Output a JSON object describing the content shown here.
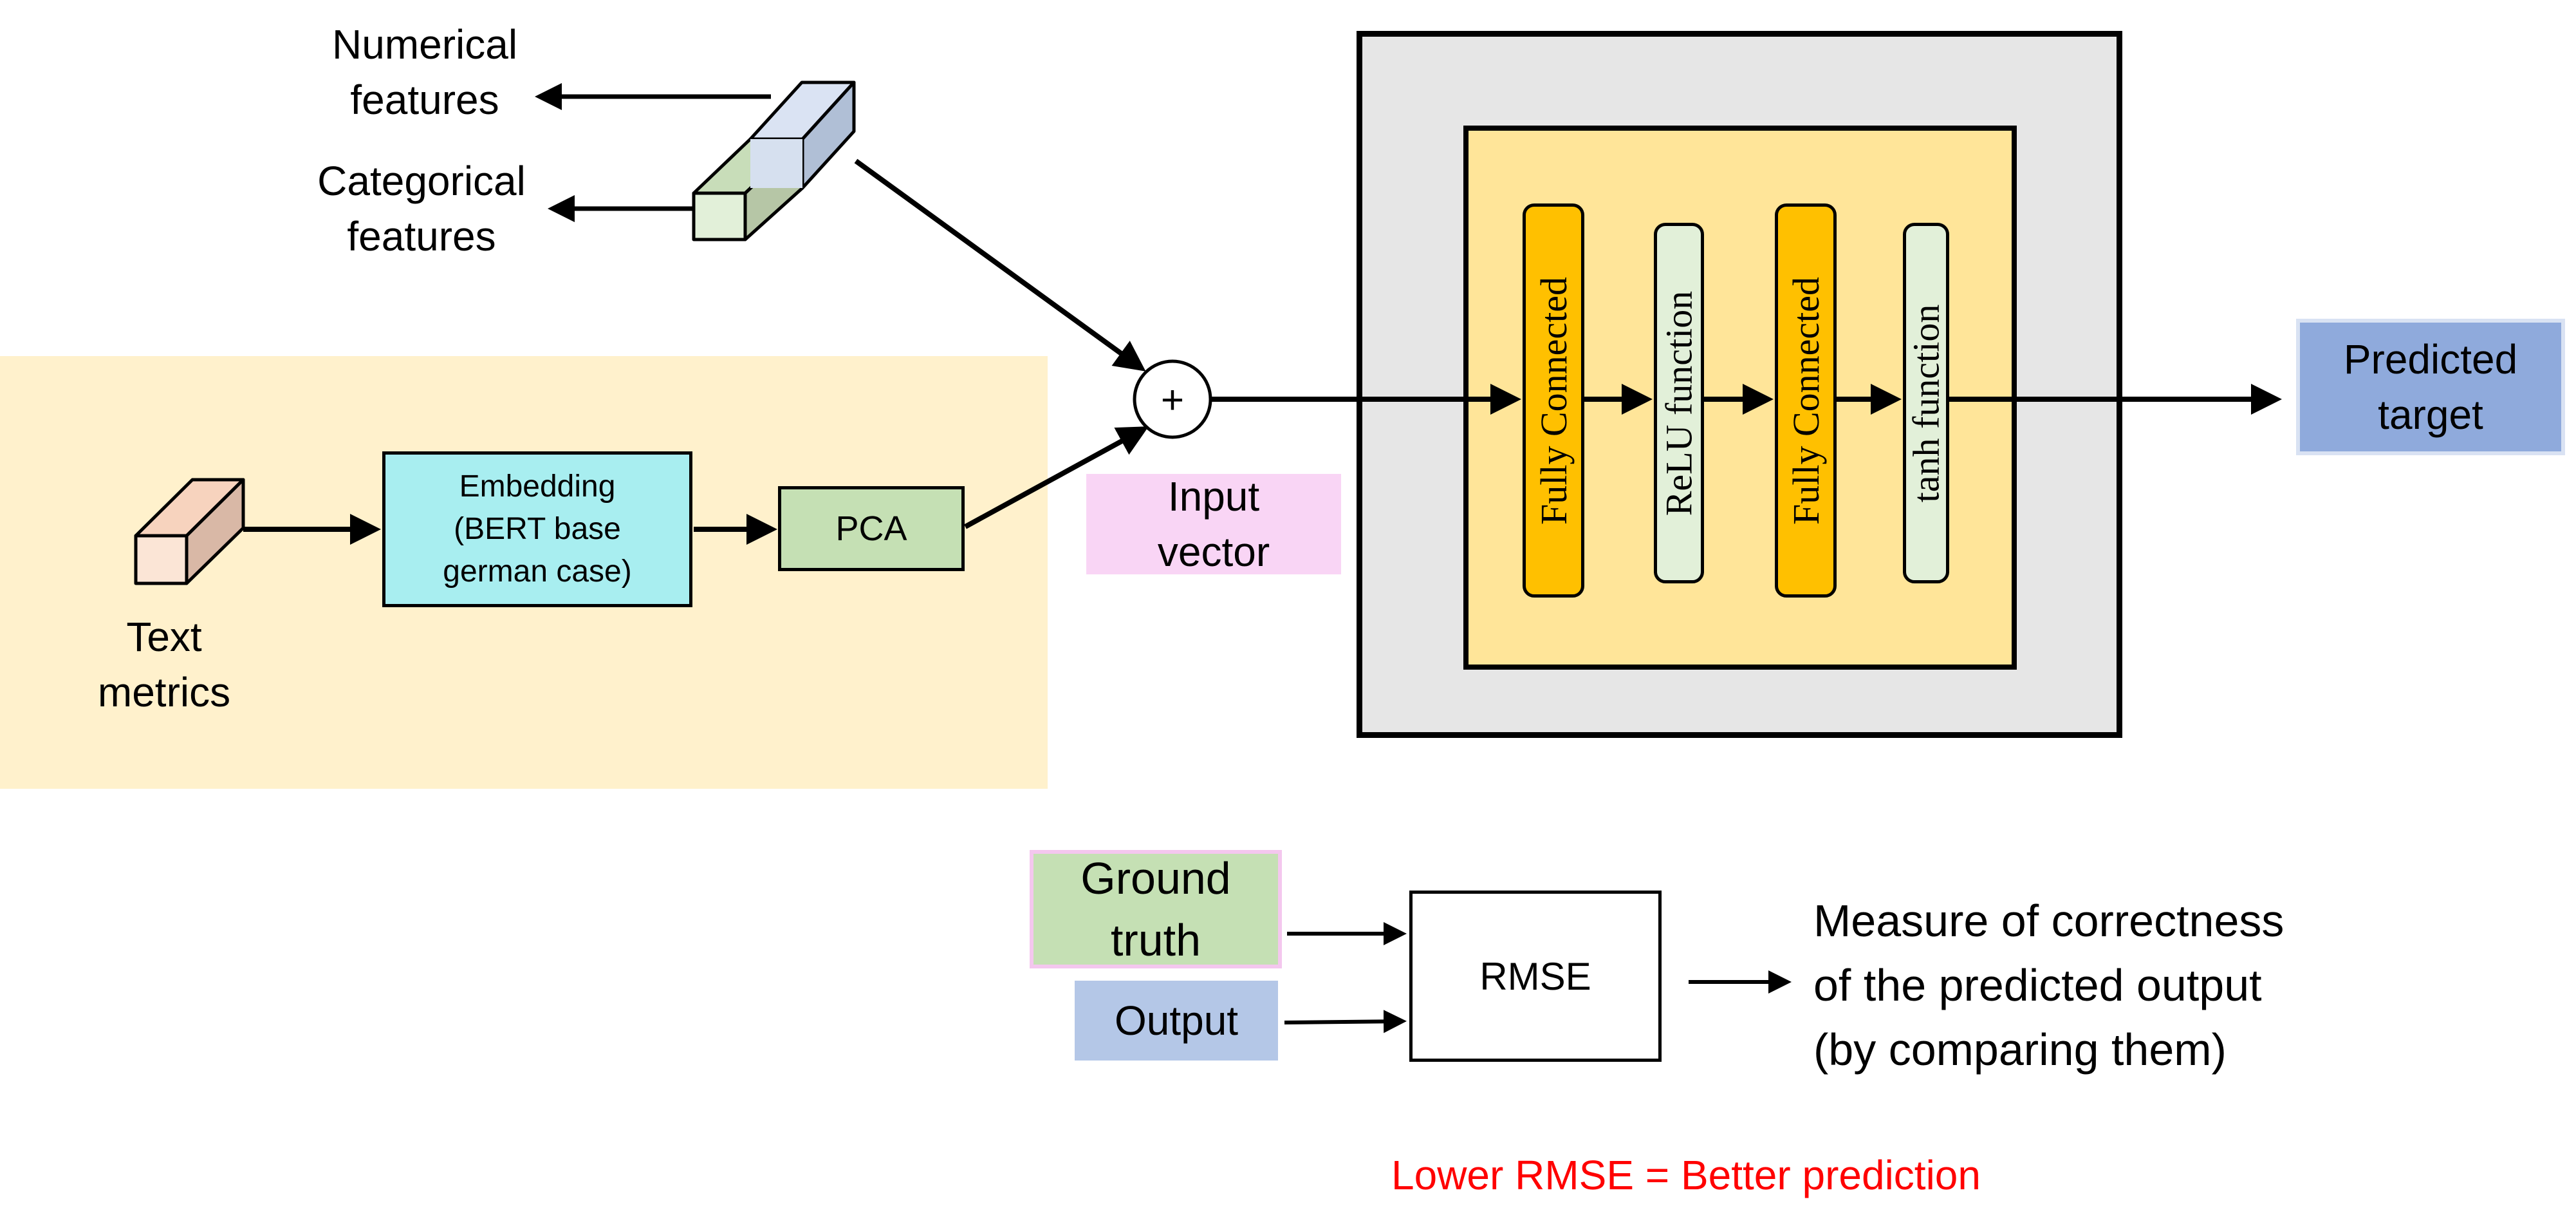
{
  "features": {
    "numerical": [
      "Numerical",
      "features"
    ],
    "categorical": [
      "Categorical",
      "features"
    ]
  },
  "text_branch": {
    "text_metrics": [
      "Text",
      "metrics"
    ],
    "embedding": [
      "Embedding",
      "(BERT base",
      "german case)"
    ],
    "pca": "PCA"
  },
  "combine": {
    "plus": "+",
    "input_vector": [
      "Input",
      "vector"
    ]
  },
  "network": {
    "layers": [
      "Fully Connected",
      "ReLU function",
      "Fully Connected",
      "tanh function"
    ]
  },
  "output": {
    "predicted_target": [
      "Predicted",
      "target"
    ]
  },
  "evaluation": {
    "ground_truth": [
      "Ground",
      "truth"
    ],
    "output": "Output",
    "rmse": "RMSE",
    "measure": [
      "Measure of correctness",
      "of the predicted output",
      "(by comparing them)"
    ],
    "note": "Lower RMSE = Better prediction"
  },
  "colors": {
    "text_region_bg": "#fff1cc",
    "embedding_fill": "#a8eef0",
    "pca_fill": "#c5e0b4",
    "input_vector_bg": "#f9d5f5",
    "outer_network_bg": "#e6e6e6",
    "inner_network_bg": "#ffe599",
    "fc_fill": "#ffc000",
    "activation_fill": "#e2f0d9",
    "predicted_target_fill": "#8faadc",
    "ground_truth_fill": "#c5e0b4",
    "output_fill": "#b4c7e7",
    "note_text": "#ff0000"
  }
}
